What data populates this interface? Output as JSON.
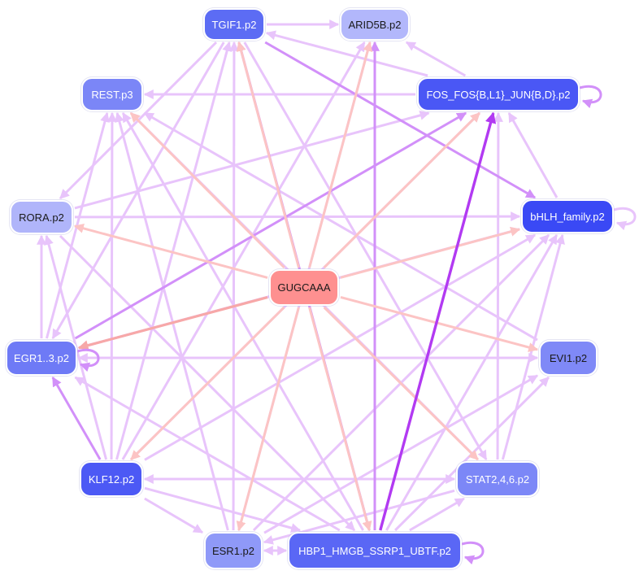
{
  "diagram": {
    "type": "regulatory-network",
    "center_node": "GUGCAAA",
    "nodes": [
      {
        "id": "tgif1",
        "label": "TGIF1.p2",
        "color": "#5c6cf4",
        "text": "#ffffff"
      },
      {
        "id": "arid5b",
        "label": "ARID5B.p2",
        "color": "#b2b7fb",
        "text": "#1a1a1a"
      },
      {
        "id": "rest",
        "label": "REST.p3",
        "color": "#7b86f7",
        "text": "#ffffff"
      },
      {
        "id": "fos",
        "label": "FOS_FOS{B,L1}_JUN{B,D}.p2",
        "color": "#4a57f5",
        "text": "#ffffff"
      },
      {
        "id": "rora",
        "label": "RORA.p2",
        "color": "#b0b5fa",
        "text": "#1a1a1a"
      },
      {
        "id": "bhlh",
        "label": "bHLH_family.p2",
        "color": "#3a49f5",
        "text": "#ffffff"
      },
      {
        "id": "gugcaaa",
        "label": "GUGCAAA",
        "color": "#fe9090",
        "text": "#1a1a1a"
      },
      {
        "id": "egr",
        "label": "EGR1..3.p2",
        "color": "#6e7af6",
        "text": "#ffffff"
      },
      {
        "id": "evi1",
        "label": "EVI1.p2",
        "color": "#7f89f7",
        "text": "#1a1a1a"
      },
      {
        "id": "klf12",
        "label": "KLF12.p2",
        "color": "#4c59f5",
        "text": "#ffffff"
      },
      {
        "id": "stat",
        "label": "STAT2,4,6.p2",
        "color": "#7c87f7",
        "text": "#ffffff"
      },
      {
        "id": "esr1",
        "label": "ESR1.p2",
        "color": "#8f99f8",
        "text": "#1a1a1a"
      },
      {
        "id": "hbp1",
        "label": "HBP1_HMGB_SSRP1_UBTF.p2",
        "color": "#5a67f5",
        "text": "#ffffff"
      }
    ],
    "edges": [
      {
        "from": "gugcaaa",
        "to": "tgif1",
        "strength": "red"
      },
      {
        "from": "gugcaaa",
        "to": "arid5b",
        "strength": "red"
      },
      {
        "from": "gugcaaa",
        "to": "rest",
        "strength": "red"
      },
      {
        "from": "gugcaaa",
        "to": "fos",
        "strength": "red"
      },
      {
        "from": "gugcaaa",
        "to": "rora",
        "strength": "red"
      },
      {
        "from": "gugcaaa",
        "to": "bhlh",
        "strength": "red"
      },
      {
        "from": "gugcaaa",
        "to": "egr",
        "strength": "red-strong"
      },
      {
        "from": "gugcaaa",
        "to": "evi1",
        "strength": "red"
      },
      {
        "from": "gugcaaa",
        "to": "klf12",
        "strength": "red"
      },
      {
        "from": "gugcaaa",
        "to": "stat",
        "strength": "red"
      },
      {
        "from": "gugcaaa",
        "to": "esr1",
        "strength": "red"
      },
      {
        "from": "gugcaaa",
        "to": "hbp1",
        "strength": "red"
      },
      {
        "from": "tgif1",
        "to": "arid5b",
        "strength": "light"
      },
      {
        "from": "fos",
        "to": "tgif1",
        "strength": "light"
      },
      {
        "from": "fos",
        "to": "rest",
        "strength": "light"
      },
      {
        "from": "fos",
        "to": "arid5b",
        "strength": "light"
      },
      {
        "from": "tgif1",
        "to": "bhlh",
        "strength": "medium"
      },
      {
        "from": "tgif1",
        "to": "rora",
        "strength": "light"
      },
      {
        "from": "tgif1",
        "to": "egr",
        "strength": "light"
      },
      {
        "from": "tgif1",
        "to": "stat",
        "strength": "light"
      },
      {
        "from": "tgif1",
        "to": "hbp1",
        "strength": "light"
      },
      {
        "from": "hbp1",
        "to": "arid5b",
        "strength": "medium"
      },
      {
        "from": "hbp1",
        "to": "fos",
        "strength": "strong"
      },
      {
        "from": "hbp1",
        "to": "tgif1",
        "strength": "medium"
      },
      {
        "from": "hbp1",
        "to": "rest",
        "strength": "light"
      },
      {
        "from": "hbp1",
        "to": "bhlh",
        "strength": "light"
      },
      {
        "from": "hbp1",
        "to": "egr",
        "strength": "light"
      },
      {
        "from": "esr1",
        "to": "tgif1",
        "strength": "light"
      },
      {
        "from": "esr1",
        "to": "arid5b",
        "strength": "light"
      },
      {
        "from": "esr1",
        "to": "bhlh",
        "strength": "light"
      },
      {
        "from": "esr1",
        "to": "evi1",
        "strength": "light"
      },
      {
        "from": "esr1",
        "to": "hbp1",
        "strength": "light"
      },
      {
        "from": "esr1",
        "to": "rest",
        "strength": "light"
      },
      {
        "from": "klf12",
        "to": "egr",
        "strength": "medium"
      },
      {
        "from": "klf12",
        "to": "tgif1",
        "strength": "light"
      },
      {
        "from": "klf12",
        "to": "fos",
        "strength": "light"
      },
      {
        "from": "klf12",
        "to": "bhlh",
        "strength": "light"
      },
      {
        "from": "klf12",
        "to": "stat",
        "strength": "light"
      },
      {
        "from": "klf12",
        "to": "esr1",
        "strength": "light"
      },
      {
        "from": "klf12",
        "to": "hbp1",
        "strength": "light"
      },
      {
        "from": "klf12",
        "to": "rest",
        "strength": "light"
      },
      {
        "from": "klf12",
        "to": "rora",
        "strength": "light"
      },
      {
        "from": "klf12",
        "to": "arid5b",
        "strength": "light"
      },
      {
        "from": "stat",
        "to": "fos",
        "strength": "light"
      },
      {
        "from": "stat",
        "to": "bhlh",
        "strength": "light"
      },
      {
        "from": "stat",
        "to": "esr1",
        "strength": "light"
      },
      {
        "from": "stat",
        "to": "rest",
        "strength": "light"
      },
      {
        "from": "stat",
        "to": "klf12",
        "strength": "light"
      },
      {
        "from": "evi1",
        "to": "egr",
        "strength": "light"
      },
      {
        "from": "evi1",
        "to": "rest",
        "strength": "light"
      },
      {
        "from": "egr",
        "to": "fos",
        "strength": "medium"
      },
      {
        "from": "egr",
        "to": "bhlh",
        "strength": "light"
      },
      {
        "from": "egr",
        "to": "rora",
        "strength": "light"
      },
      {
        "from": "egr",
        "to": "rest",
        "strength": "light"
      },
      {
        "from": "egr",
        "to": "evi1",
        "strength": "light"
      },
      {
        "from": "rora",
        "to": "bhlh",
        "strength": "light"
      },
      {
        "from": "rora",
        "to": "fos",
        "strength": "light"
      },
      {
        "from": "rora",
        "to": "hbp1",
        "strength": "light"
      },
      {
        "from": "bhlh",
        "to": "fos",
        "strength": "light"
      },
      {
        "from": "bhlh",
        "to": "egr",
        "strength": "light"
      },
      {
        "from": "hbp1",
        "to": "esr1",
        "strength": "light"
      },
      {
        "from": "hbp1",
        "to": "evi1",
        "strength": "light"
      },
      {
        "from": "hbp1",
        "to": "stat",
        "strength": "light"
      }
    ],
    "self_loops": [
      "fos",
      "bhlh",
      "egr",
      "hbp1"
    ],
    "edge_colors": {
      "red": "#fcc4c4",
      "red-strong": "#f7a8a8",
      "light": "#e8c4fb",
      "medium": "#d290f9",
      "strong": "#b23af2"
    }
  }
}
